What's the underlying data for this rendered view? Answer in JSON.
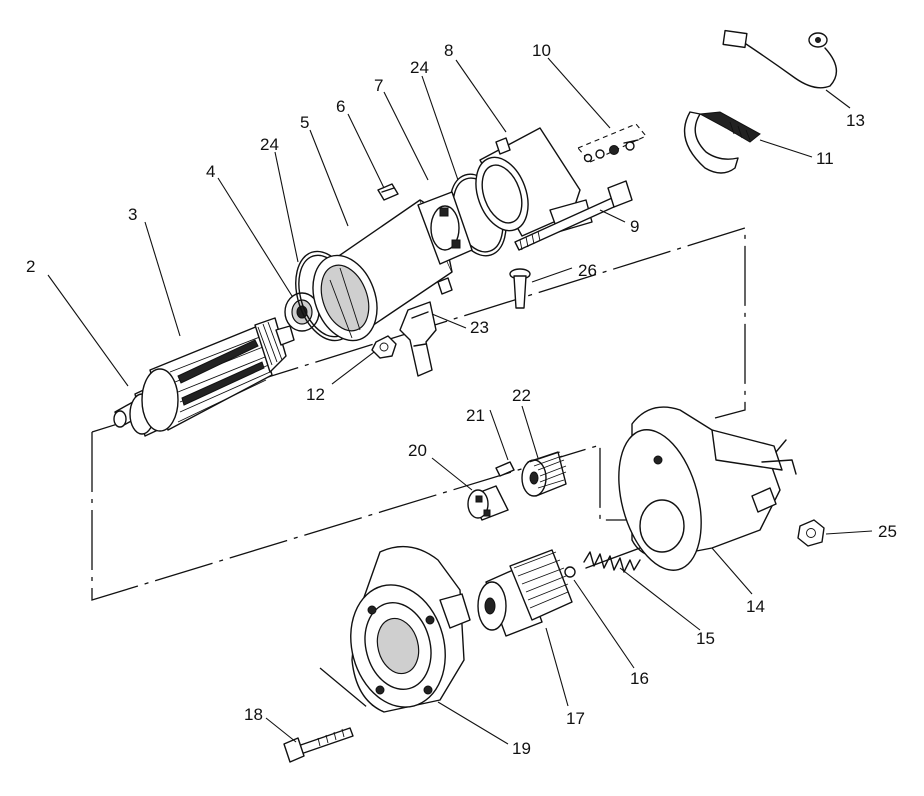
{
  "figure": {
    "title": "",
    "callouts": [
      "2",
      "3",
      "4",
      "5",
      "6",
      "7",
      "8",
      "9",
      "10",
      "11",
      "12",
      "13",
      "14",
      "15",
      "16",
      "17",
      "18",
      "19",
      "20",
      "21",
      "22",
      "23",
      "24",
      "24",
      "25",
      "26"
    ]
  }
}
